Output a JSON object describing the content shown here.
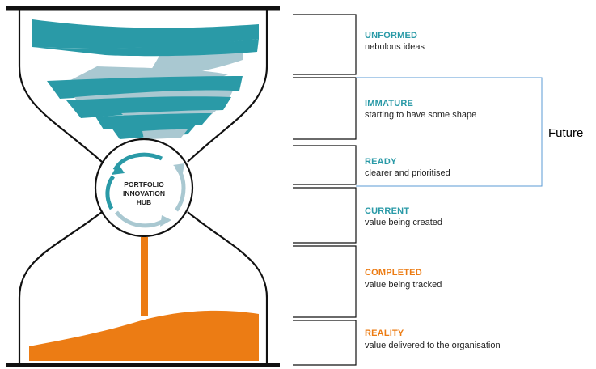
{
  "colors": {
    "teal": "#2a9aa7",
    "teal_light": "#a9c8d1",
    "orange": "#ec7c14",
    "outline": "#111111",
    "future_bracket": "#5b9bd5"
  },
  "hub": {
    "line1": "PORTFOLIO",
    "line2": "INNOVATION",
    "line3": "HUB"
  },
  "stages": [
    {
      "title": "UNFORMED",
      "description": "nebulous ideas",
      "color": "#2a9aa7"
    },
    {
      "title": "IMMATURE",
      "description": "starting to have some shape",
      "color": "#2a9aa7"
    },
    {
      "title": "READY",
      "description": "clearer and prioritised",
      "color": "#2a9aa7"
    },
    {
      "title": "CURRENT",
      "description": "value being created",
      "color": "#2a9aa7"
    },
    {
      "title": "COMPLETED",
      "description": "value being tracked",
      "color": "#ec7c14"
    },
    {
      "title": "REALITY",
      "description": "value delivered to the organisation",
      "color": "#ec7c14"
    }
  ],
  "future_label": "Future"
}
